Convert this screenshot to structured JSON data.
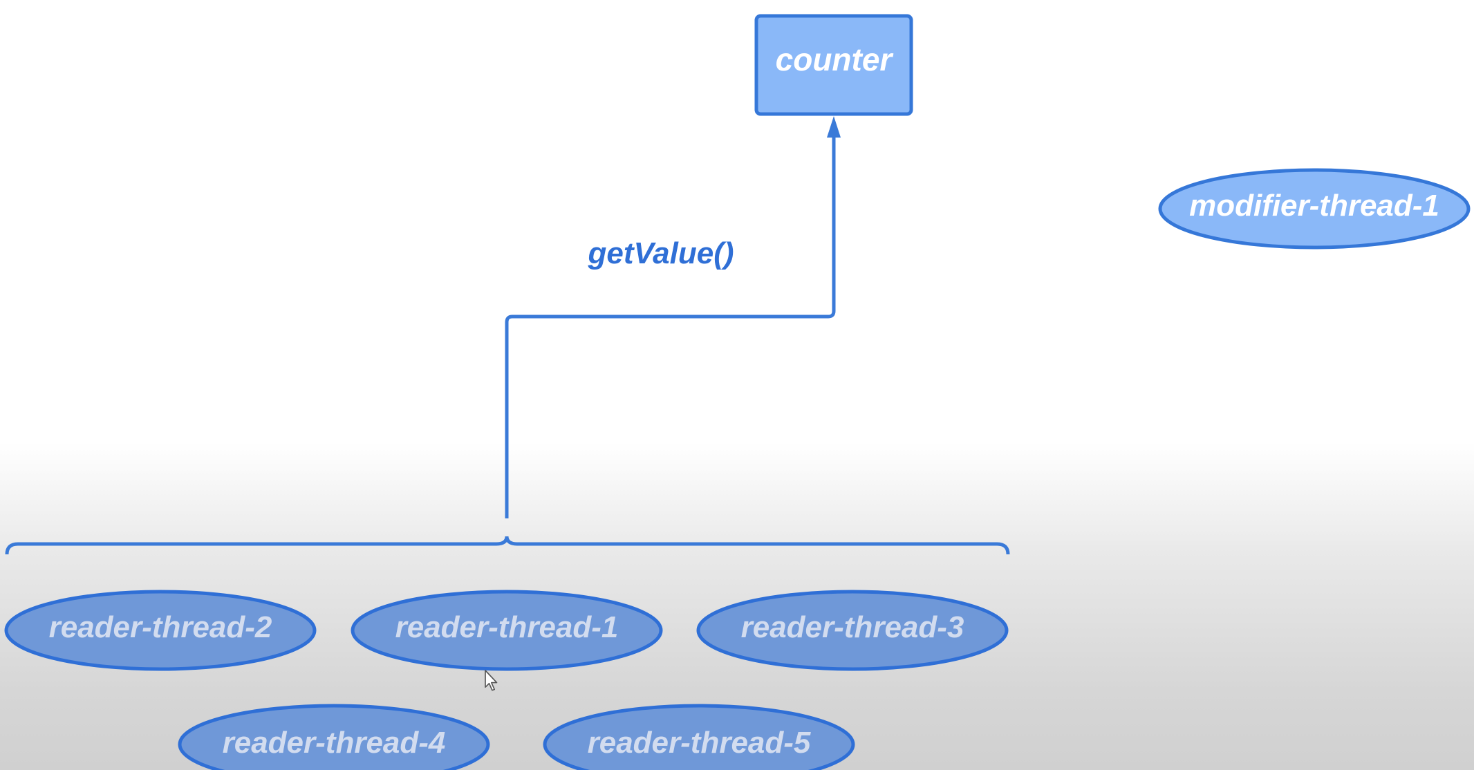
{
  "diagram": {
    "counter": {
      "label": "counter"
    },
    "edge_label": "getValue()",
    "modifier": {
      "label": "modifier-thread-1"
    },
    "readers": [
      {
        "label": "reader-thread-2"
      },
      {
        "label": "reader-thread-1"
      },
      {
        "label": "reader-thread-3"
      },
      {
        "label": "reader-thread-4"
      },
      {
        "label": "reader-thread-5"
      }
    ]
  },
  "colors": {
    "node_fill": "#8ab8f8",
    "node_stroke": "#3577d8",
    "reader_fill": "#6f98d8",
    "reader_stroke": "#2f6fd6",
    "edge": "#3a7ad8",
    "label_text": "#2f6fd6"
  }
}
